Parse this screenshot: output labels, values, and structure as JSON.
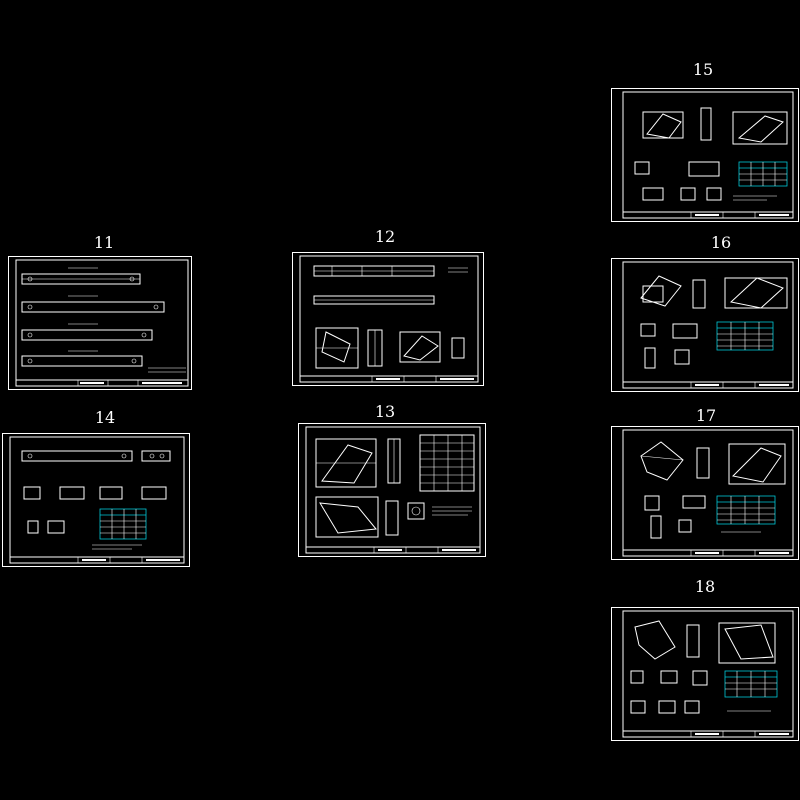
{
  "sheets": [
    {
      "id": "s11",
      "label": "11"
    },
    {
      "id": "s12",
      "label": "12"
    },
    {
      "id": "s13",
      "label": "13"
    },
    {
      "id": "s14",
      "label": "14"
    },
    {
      "id": "s15",
      "label": "15"
    },
    {
      "id": "s16",
      "label": "16"
    },
    {
      "id": "s17",
      "label": "17"
    },
    {
      "id": "s18",
      "label": "18"
    }
  ],
  "colors": {
    "background": "#000000",
    "line": "#ffffff",
    "table_accent": "#00c8d8"
  }
}
